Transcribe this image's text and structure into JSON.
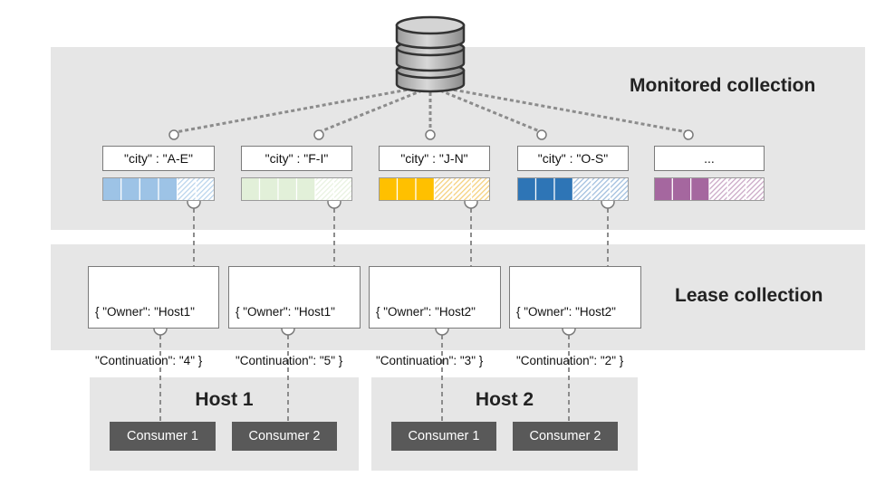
{
  "sections": {
    "monitored_title": "Monitored collection",
    "lease_title": "Lease collection"
  },
  "database_icon": "database-icon",
  "partitions": [
    {
      "label": "\"city\" : \"A-E\"",
      "solid": "#9dc3e6",
      "hatch": "#b8d3ec",
      "solid_cells": 4
    },
    {
      "label": "\"city\" : \"F-I\"",
      "solid": "#e2f0d9",
      "hatch": "#e8f2e0",
      "solid_cells": 4
    },
    {
      "label": "\"city\" : \"J-N\"",
      "solid": "#ffc000",
      "hatch": "#f5cf7a",
      "solid_cells": 3
    },
    {
      "label": "\"city\" : \"O-S\"",
      "solid": "#2e75b6",
      "hatch": "#9fbddd",
      "solid_cells": 3
    },
    {
      "label": "...",
      "solid": "#a5679f",
      "hatch": "#c9a6c5",
      "solid_cells": 3
    }
  ],
  "leases": [
    {
      "line1": "{ \"Owner\": \"Host1\"",
      "line2": "\"Continuation\": \"4\" }"
    },
    {
      "line1": "{ \"Owner\": \"Host1\"",
      "line2": "\"Continuation\": \"5\" }"
    },
    {
      "line1": "{ \"Owner\": \"Host2\"",
      "line2": "\"Continuation\": \"3\" }"
    },
    {
      "line1": "{ \"Owner\": \"Host2\"",
      "line2": "\"Continuation\": \"2\" }"
    }
  ],
  "hosts": [
    {
      "title": "Host 1",
      "consumers": [
        "Consumer 1",
        "Consumer 2"
      ]
    },
    {
      "title": "Host 2",
      "consumers": [
        "Consumer 1",
        "Consumer 2"
      ]
    }
  ]
}
